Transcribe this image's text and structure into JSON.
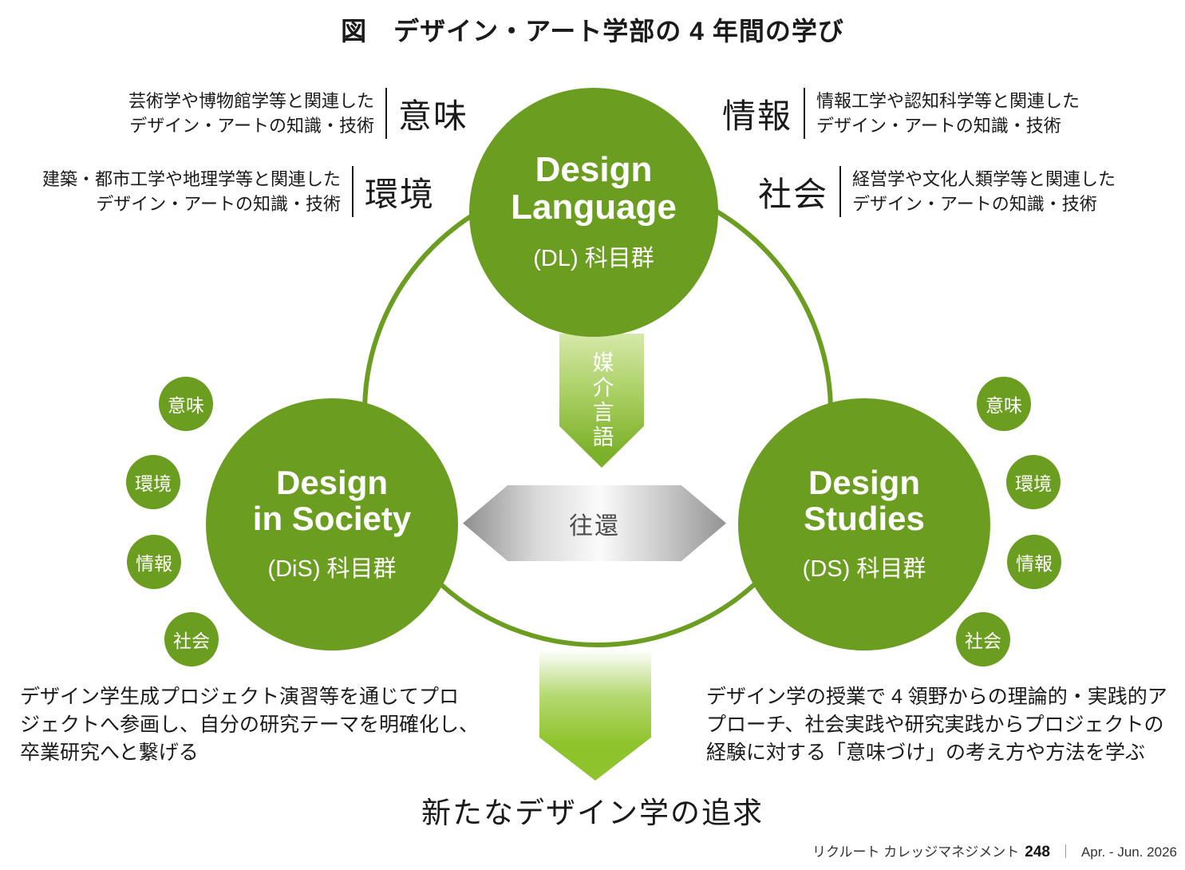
{
  "title": "図　デザイン・アート学部の 4 年間の学び",
  "annotations": {
    "top_left": [
      {
        "label": "意味",
        "text": "芸術学や博物館学等と関連した\nデザイン・アートの知識・技術"
      },
      {
        "label": "環境",
        "text": "建築・都市工学や地理学等と関連した\nデザイン・アートの知識・技術"
      }
    ],
    "top_right": [
      {
        "label": "情報",
        "text": "情報工学や認知科学等と関連した\nデザイン・アートの知識・技術"
      },
      {
        "label": "社会",
        "text": "経営学や文化人類学等と関連した\nデザイン・アートの知識・技術"
      }
    ]
  },
  "circles": {
    "top": {
      "title": "Design\nLanguage",
      "subtitle": "(DL) 科目群"
    },
    "left": {
      "title": "Design\nin Society",
      "subtitle": "(DiS) 科目群"
    },
    "right": {
      "title": "Design\nStudies",
      "subtitle": "(DS) 科目群"
    }
  },
  "connectors": {
    "vertical_arrow_label": "媒介言語",
    "horizontal_arrow_label": "往還"
  },
  "satellites": {
    "left": [
      "意味",
      "環境",
      "情報",
      "社会"
    ],
    "right": [
      "意味",
      "環境",
      "情報",
      "社会"
    ]
  },
  "descriptions": {
    "left": "デザイン学生成プロジェクト演習等を通じてプロ\nジェクトへ参画し、自分の研究テーマを明確化し、\n卒業研究へと繋げる",
    "right": "デザイン学の授業で 4 領野からの理論的・実践的ア\nプローチ、社会実践や研究実践からプロジェクトの\n経験に対する「意味づけ」の考え方や方法を学ぶ"
  },
  "conclusion": "新たなデザイン学の追求",
  "footer": {
    "publication": "リクルート カレッジマネジメント",
    "issue": "248",
    "separator": "｜",
    "date": "Apr. - Jun. 2026"
  },
  "colors": {
    "green": "#6b9e20",
    "arrow_green_light": "#d5e9aa",
    "arrow_green_bright": "#8ec32b",
    "arrow_gray": "#8f8f8f"
  }
}
